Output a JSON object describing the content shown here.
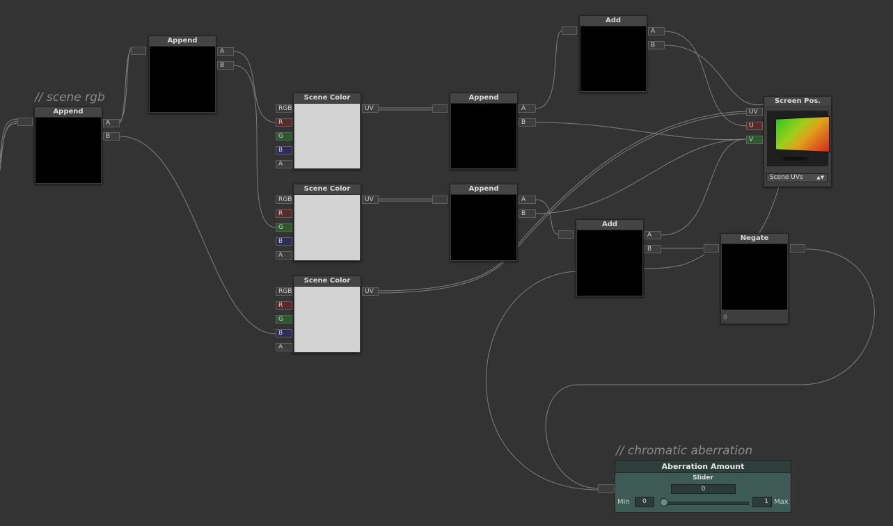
{
  "comments": {
    "scene_rgb": "// scene rgb",
    "chromatic_aberration": "// chromatic aberration"
  },
  "nodes": {
    "append1": {
      "title": "Append",
      "outputs": [
        "A",
        "B"
      ]
    },
    "append2": {
      "title": "Append",
      "outputs": [
        "A",
        "B"
      ]
    },
    "scene_color_1": {
      "title": "Scene Color",
      "inputs": [
        "RGB",
        "R",
        "G",
        "B",
        "A"
      ],
      "output": "UV"
    },
    "scene_color_2": {
      "title": "Scene Color",
      "inputs": [
        "RGB",
        "R",
        "G",
        "B",
        "A"
      ],
      "output": "UV"
    },
    "scene_color_3": {
      "title": "Scene Color",
      "inputs": [
        "RGB",
        "R",
        "G",
        "B",
        "A"
      ],
      "output": "UV"
    },
    "append3": {
      "title": "Append",
      "outputs": [
        "A",
        "B"
      ]
    },
    "append4": {
      "title": "Append",
      "outputs": [
        "A",
        "B"
      ]
    },
    "add1": {
      "title": "Add",
      "outputs": [
        "A",
        "B"
      ]
    },
    "add2": {
      "title": "Add",
      "outputs": [
        "A",
        "B"
      ]
    },
    "negate": {
      "title": "Negate",
      "value": "0"
    },
    "screen_pos": {
      "title": "Screen Pos.",
      "outputs": [
        "UV",
        "U",
        "V"
      ],
      "dropdown": "Scene UVs"
    },
    "aberration": {
      "title": "Aberration Amount",
      "type_label": "Slider",
      "value": "0",
      "min_label": "Min",
      "min": "0",
      "max_label": "Max",
      "max": "1"
    }
  },
  "colors": {
    "background": "#333333",
    "wire": "#8c8c8c",
    "r_channel": "#5a2a2a",
    "g_channel": "#2d5a2d",
    "b_channel": "#2d2d5a",
    "slider_panel": "#3d5a55"
  },
  "icons": {
    "dropdown_arrow": "updown-arrow-icon",
    "preview": "monitor-icon"
  }
}
